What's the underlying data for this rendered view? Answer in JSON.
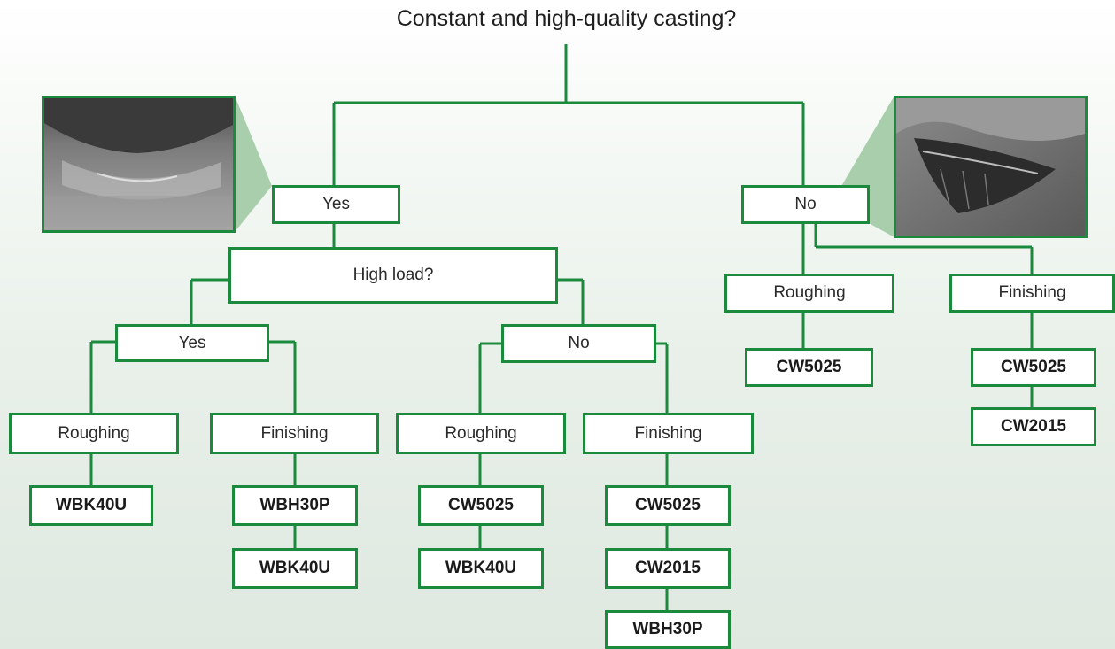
{
  "title": "Constant and high-quality casting?",
  "colors": {
    "line": "#1b8a3c",
    "box_fill": "#ffffff",
    "cone": "#a8ceac"
  },
  "nodes": {
    "yes_top": "Yes",
    "no_top": "No",
    "high_load": "High load?",
    "yes_load": "Yes",
    "no_load": "No",
    "yes_roughing": "Roughing",
    "yes_finishing": "Finishing",
    "no_roughing": "Roughing",
    "no_finishing": "Finishing",
    "right_roughing": "Roughing",
    "right_finishing": "Finishing"
  },
  "grades": {
    "yes_roughing": [
      "WBK40U"
    ],
    "yes_finishing": [
      "WBH30P",
      "WBK40U"
    ],
    "no_roughing": [
      "CW5025",
      "WBK40U"
    ],
    "no_finishing": [
      "CW5025",
      "CW2015",
      "WBH30P"
    ],
    "right_roughing": [
      "CW5025"
    ],
    "right_finishing": [
      "CW5025",
      "CW2015"
    ]
  },
  "images": {
    "left": "insert-wear-micrograph",
    "right": "insert-wear-micrograph"
  }
}
